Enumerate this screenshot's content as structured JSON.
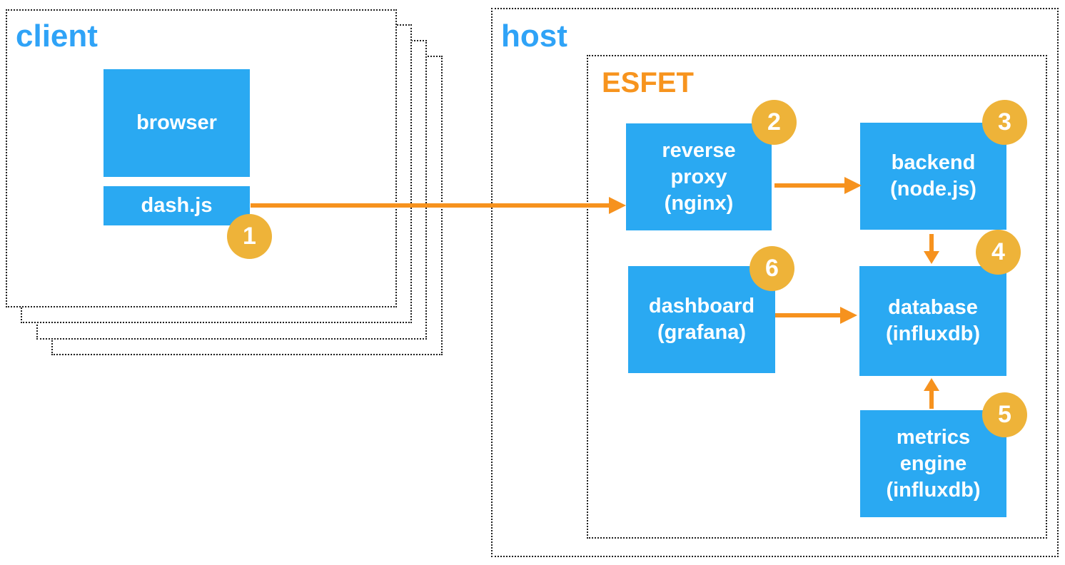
{
  "groups": {
    "client": {
      "label": "client"
    },
    "host": {
      "label": "host"
    },
    "esfet": {
      "label": "ESFET"
    }
  },
  "nodes": {
    "browser": {
      "lines": [
        "browser"
      ]
    },
    "dashjs": {
      "lines": [
        "dash.js"
      ]
    },
    "reverse_proxy": {
      "lines": [
        "reverse",
        "proxy",
        "(nginx)"
      ]
    },
    "backend": {
      "lines": [
        "backend",
        "(node.js)"
      ]
    },
    "dashboard": {
      "lines": [
        "dashboard",
        "(grafana)"
      ]
    },
    "database": {
      "lines": [
        "database",
        "(influxdb)"
      ]
    },
    "metrics_engine": {
      "lines": [
        "metrics",
        "engine",
        "(influxdb)"
      ]
    }
  },
  "badges": {
    "b1": "1",
    "b2": "2",
    "b3": "3",
    "b4": "4",
    "b5": "5",
    "b6": "6"
  },
  "edges": [
    {
      "from": "dash.js",
      "to": "reverse proxy (nginx)",
      "direction": "right",
      "step_badge": "1"
    },
    {
      "from": "reverse proxy (nginx)",
      "to": "backend (node.js)",
      "direction": "right"
    },
    {
      "from": "backend (node.js)",
      "to": "database (influxdb)",
      "direction": "down"
    },
    {
      "from": "dashboard (grafana)",
      "to": "database (influxdb)",
      "direction": "right"
    },
    {
      "from": "metrics engine (influxdb)",
      "to": "database (influxdb)",
      "direction": "up"
    }
  ],
  "colors": {
    "node_fill": "#2AA9F2",
    "node_text": "#FFFFFF",
    "group_label_blue": "#2FA3F7",
    "group_label_orange": "#F7941E",
    "arrow": "#F6921E",
    "badge_fill": "#EEB339",
    "badge_text": "#FFFFFF",
    "dotted_border": "#1F1F1F",
    "background": "#FFFFFF"
  }
}
